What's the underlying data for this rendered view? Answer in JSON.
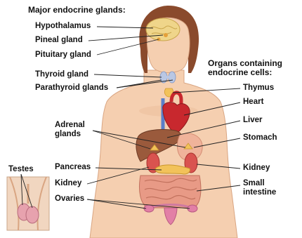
{
  "left_heading": "Major endocrine glands:",
  "right_heading": "Organs containing endocrine cells:",
  "labels": {
    "hypothalamus": "Hypothalamus",
    "pineal": "Pineal gland",
    "pituitary": "Pituitary gland",
    "thyroid": "Thyroid gland",
    "parathyroid": "Parathyroid glands",
    "adrenal": "Adrenal glands",
    "pancreas": "Pancreas",
    "kidney_left": "Kidney",
    "ovaries": "Ovaries",
    "testes": "Testes",
    "thymus": "Thymus",
    "heart": "Heart",
    "liver": "Liver",
    "stomach": "Stomach",
    "kidney_right": "Kidney",
    "small_intestine": "Small intestine"
  },
  "colors": {
    "skin": "#f5cfb0",
    "skin_shadow": "#e8b591",
    "hair": "#8a4a2c",
    "brain": "#efd58a",
    "liver": "#9a5a3c",
    "heart": "#c8282e",
    "vessel_blue": "#5a7fc8",
    "intestine": "#e89a86",
    "pancreas": "#f2c25a",
    "thyroid": "#b9c7e4",
    "line": "#222222"
  }
}
